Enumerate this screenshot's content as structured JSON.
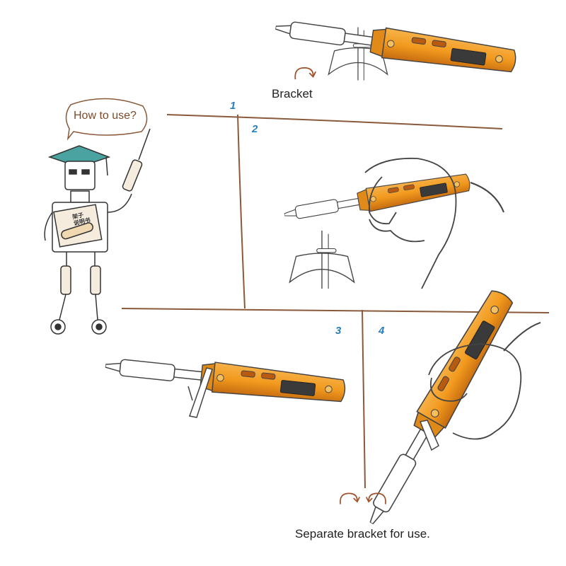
{
  "speech_bubble": {
    "text": "How to use?"
  },
  "labels": {
    "bracket": "Bracket",
    "separate": "Separate bracket for use."
  },
  "steps": [
    "1",
    "2",
    "3",
    "4"
  ],
  "robot_sign": "架子\n说明书",
  "colors": {
    "iron_body": "#f29a1e",
    "iron_dark": "#c46a10",
    "display": "#3a3a3a",
    "line": "#8a5a3a",
    "step_blue": "#2a7fb8",
    "arrow": "#a0522d",
    "hat": "#4aa3a0"
  },
  "icons": [
    "soldering-iron",
    "bracket-stand",
    "hand",
    "rotate-arrow",
    "robot"
  ]
}
